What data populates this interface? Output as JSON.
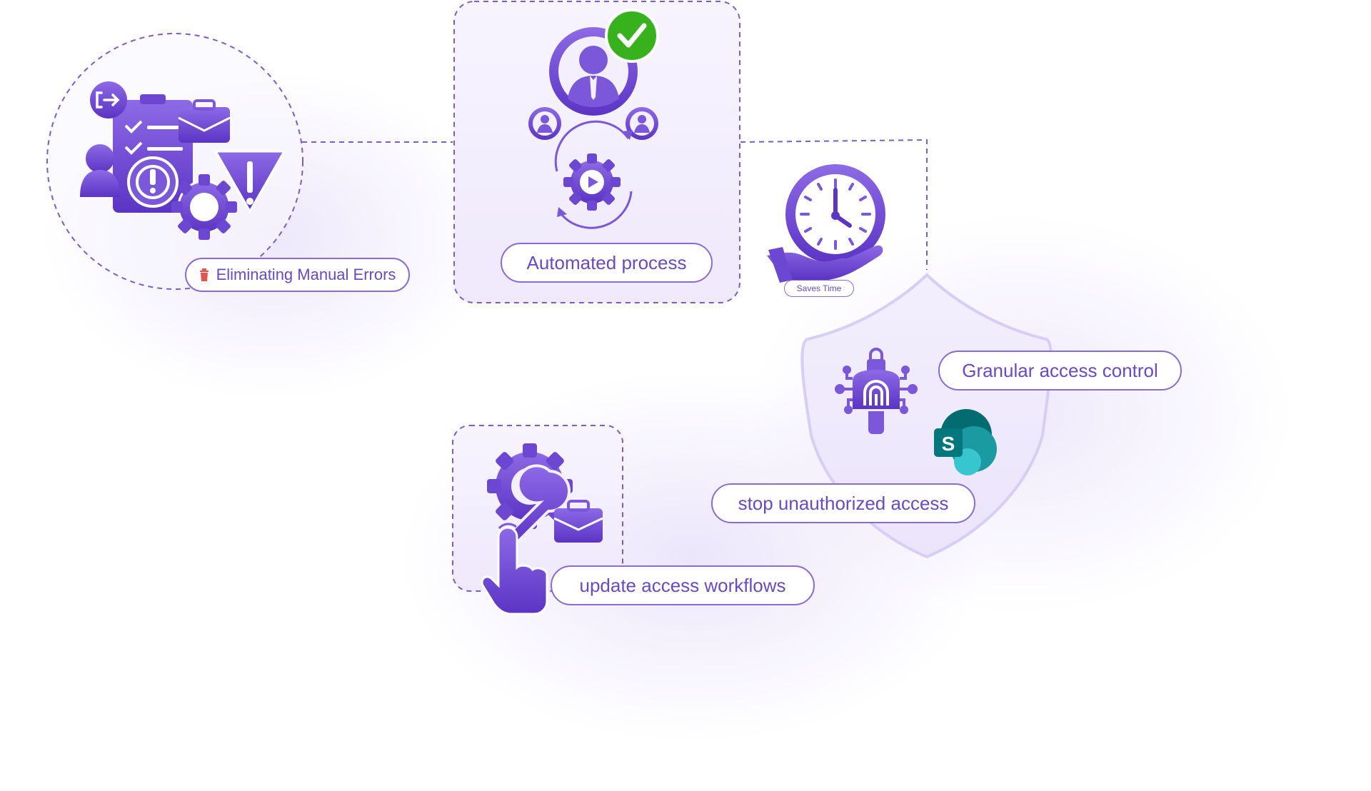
{
  "colors": {
    "accent": "#7b57d9",
    "accent_dark": "#5b34c4",
    "dash": "#7a5cd0",
    "check_green": "#37b21c",
    "error_red": "#e4564d",
    "sharepoint_dark": "#036c70",
    "sharepoint_mid": "#1a9ba1",
    "sharepoint_light": "#37c6d0"
  },
  "nodes": {
    "manual_errors": {
      "label": "Eliminating Manual Errors",
      "icon": "error-checklist-icon"
    },
    "automated": {
      "label": "Automated process",
      "icon": "user-automation-icon"
    },
    "saves_time": {
      "label": "Saves Time",
      "icon": "clock-hand-icon"
    },
    "granular": {
      "label": "Granular access control",
      "icon": "fingerprint-lock-icon"
    },
    "stop_unauth": {
      "label": "stop unauthorized access",
      "icon": "sharepoint-logo-icon"
    },
    "workflows": {
      "label": "update access workflows",
      "icon": "gear-wrench-briefcase-icon"
    }
  }
}
